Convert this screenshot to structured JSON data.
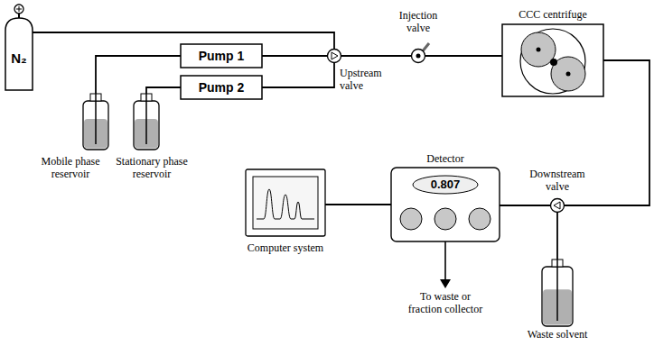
{
  "diagram": {
    "nodes": [
      {
        "text": [
          "N₂"
        ]
      },
      {
        "text": [
          "Pump 1"
        ]
      },
      {
        "text": [
          "Pump 2"
        ]
      },
      {
        "text": [
          "Upstream valve"
        ]
      },
      {
        "text": [
          "Injection valve"
        ]
      },
      {
        "text": [
          "CCC centrifuge"
        ]
      },
      {
        "text": [
          "Mobile phase reservoir"
        ]
      },
      {
        "text": [
          "Stationary phase reservoir"
        ]
      },
      {
        "text": [
          "Computer system"
        ]
      },
      {
        "text": [
          "Detector",
          "0.807"
        ]
      },
      {
        "text": [
          "Downstream valve"
        ]
      },
      {
        "text": [
          "Waste solvent"
        ]
      }
    ],
    "edges": [
      {
        "from": 0,
        "to": 3,
        "arrow": "none"
      },
      {
        "from": 6,
        "to": 1,
        "arrow": "none"
      },
      {
        "from": 7,
        "to": 2,
        "arrow": "none"
      },
      {
        "from": 1,
        "to": 3,
        "arrow": "none"
      },
      {
        "from": 2,
        "to": 3,
        "arrow": "none"
      },
      {
        "from": 3,
        "to": 4,
        "arrow": "none"
      },
      {
        "from": 4,
        "to": 5,
        "arrow": "none"
      },
      {
        "from": 5,
        "to": 10,
        "arrow": "none"
      },
      {
        "from": 10,
        "to": 9,
        "arrow": "none"
      },
      {
        "from": 10,
        "to": 11,
        "arrow": "none"
      },
      {
        "from": 9,
        "to": 8,
        "arrow": "none"
      }
    ],
    "labels": [
      "To waste or fraction collector"
    ]
  }
}
